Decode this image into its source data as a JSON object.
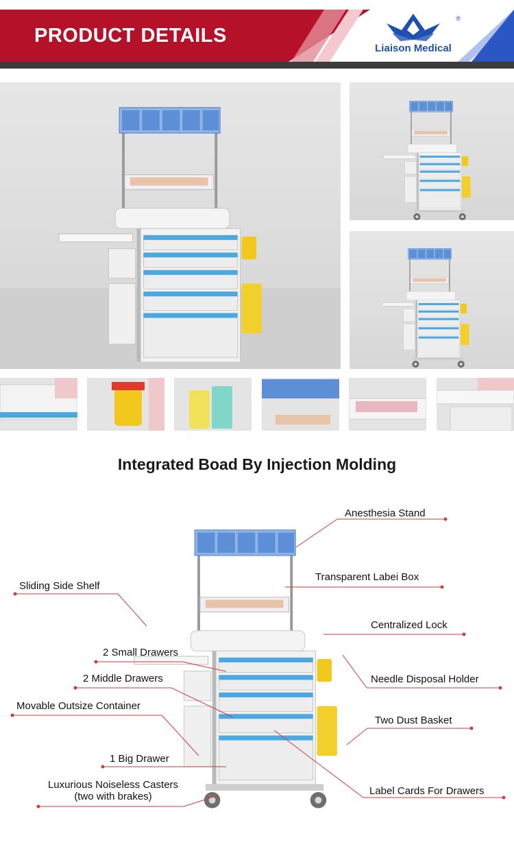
{
  "header": {
    "title": "PRODUCT DETAILS",
    "brand": "Liaison Medical",
    "reg_mark": "®",
    "colors": {
      "red": "#b5122a",
      "blue": "#2a56c6"
    }
  },
  "section_title": "Integrated Boad By Injection Molding",
  "labels": {
    "anesthesia_stand": "Anesthesia Stand",
    "transparent_label_box": "Transparent Labei Box",
    "sliding_side_shelf": "Sliding Side Shelf",
    "centralized_lock": "Centralized Lock",
    "small_drawers": "2 Small Drawers",
    "needle_disposal_holder": "Needle Disposal Holder",
    "middle_drawers": "2 Middle Drawers",
    "movable_container": "Movable Outsize Container",
    "two_dust_basket": "Two Dust Basket",
    "big_drawer": "1 Big Drawer",
    "casters_line1": "Luxurious Noiseless Casters",
    "casters_line2": "(two with brakes)",
    "label_cards": "Label Cards For Drawers"
  }
}
